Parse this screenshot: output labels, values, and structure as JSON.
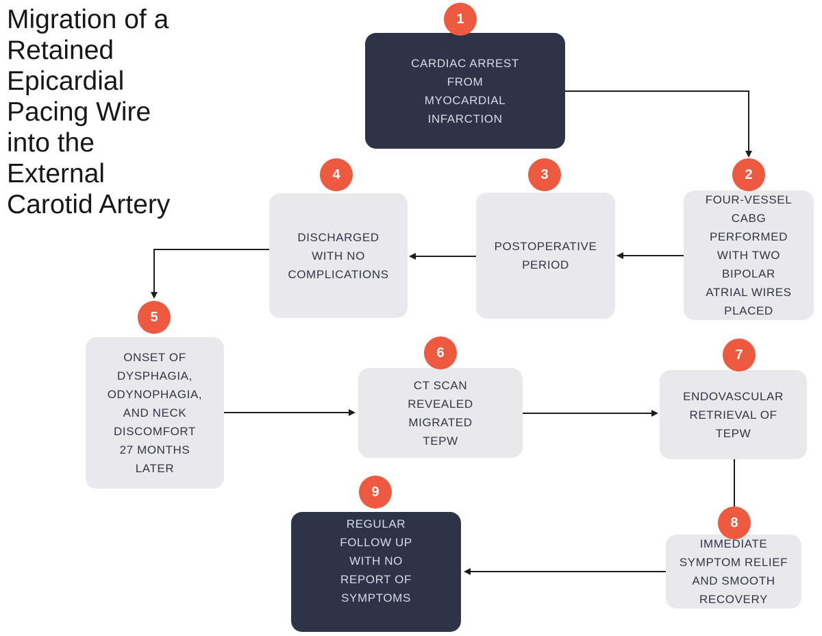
{
  "title": "Migration of a\nRetained\nEpicardial\nPacing Wire\ninto the\nExternal\nCarotid Artery",
  "colors": {
    "accent_badge": "#EE5A3F",
    "dark_node": "#2E3447",
    "light_node": "#E9E9EB",
    "dark_node_text": "#D7DBE4",
    "light_node_text": "#2F3645",
    "connector": "#1C1C1C",
    "background": "#FFFFFF"
  },
  "steps": [
    {
      "number": "1",
      "label": "CARDIAC ARREST\nFROM\nMYOCARDIAL\nINFARCTION",
      "variant": "dark"
    },
    {
      "number": "2",
      "label": "FOUR-VESSEL\nCABG\nPERFORMED\nWITH TWO\nBIPOLAR\nATRIAL WIRES\nPLACED",
      "variant": "light"
    },
    {
      "number": "3",
      "label": "POSTOPERATIVE\nPERIOD",
      "variant": "light"
    },
    {
      "number": "4",
      "label": "DISCHARGED\nWITH NO\nCOMPLICATIONS",
      "variant": "light"
    },
    {
      "number": "5",
      "label": "ONSET OF\nDYSPHAGIA,\nODYNOPHAGIA,\nAND NECK\nDISCOMFORT\n27 MONTHS\nLATER",
      "variant": "light"
    },
    {
      "number": "6",
      "label": "CT SCAN\nREVEALED\nMIGRATED\nTEPW",
      "variant": "light"
    },
    {
      "number": "7",
      "label": "ENDOVASCULAR\nRETRIEVAL OF\nTEPW",
      "variant": "light"
    },
    {
      "number": "8",
      "label": "IMMEDIATE\nSYMPTOM RELIEF\nAND SMOOTH\nRECOVERY",
      "variant": "light"
    },
    {
      "number": "9",
      "label": "REGULAR\nFOLLOW UP\nWITH NO\nREPORT OF\nSYMPTOMS",
      "variant": "dark"
    }
  ],
  "flow": [
    {
      "from": "1",
      "to": "2"
    },
    {
      "from": "2",
      "to": "3"
    },
    {
      "from": "3",
      "to": "4"
    },
    {
      "from": "4",
      "to": "5"
    },
    {
      "from": "5",
      "to": "6"
    },
    {
      "from": "6",
      "to": "7"
    },
    {
      "from": "7",
      "to": "8"
    },
    {
      "from": "8",
      "to": "9"
    }
  ]
}
